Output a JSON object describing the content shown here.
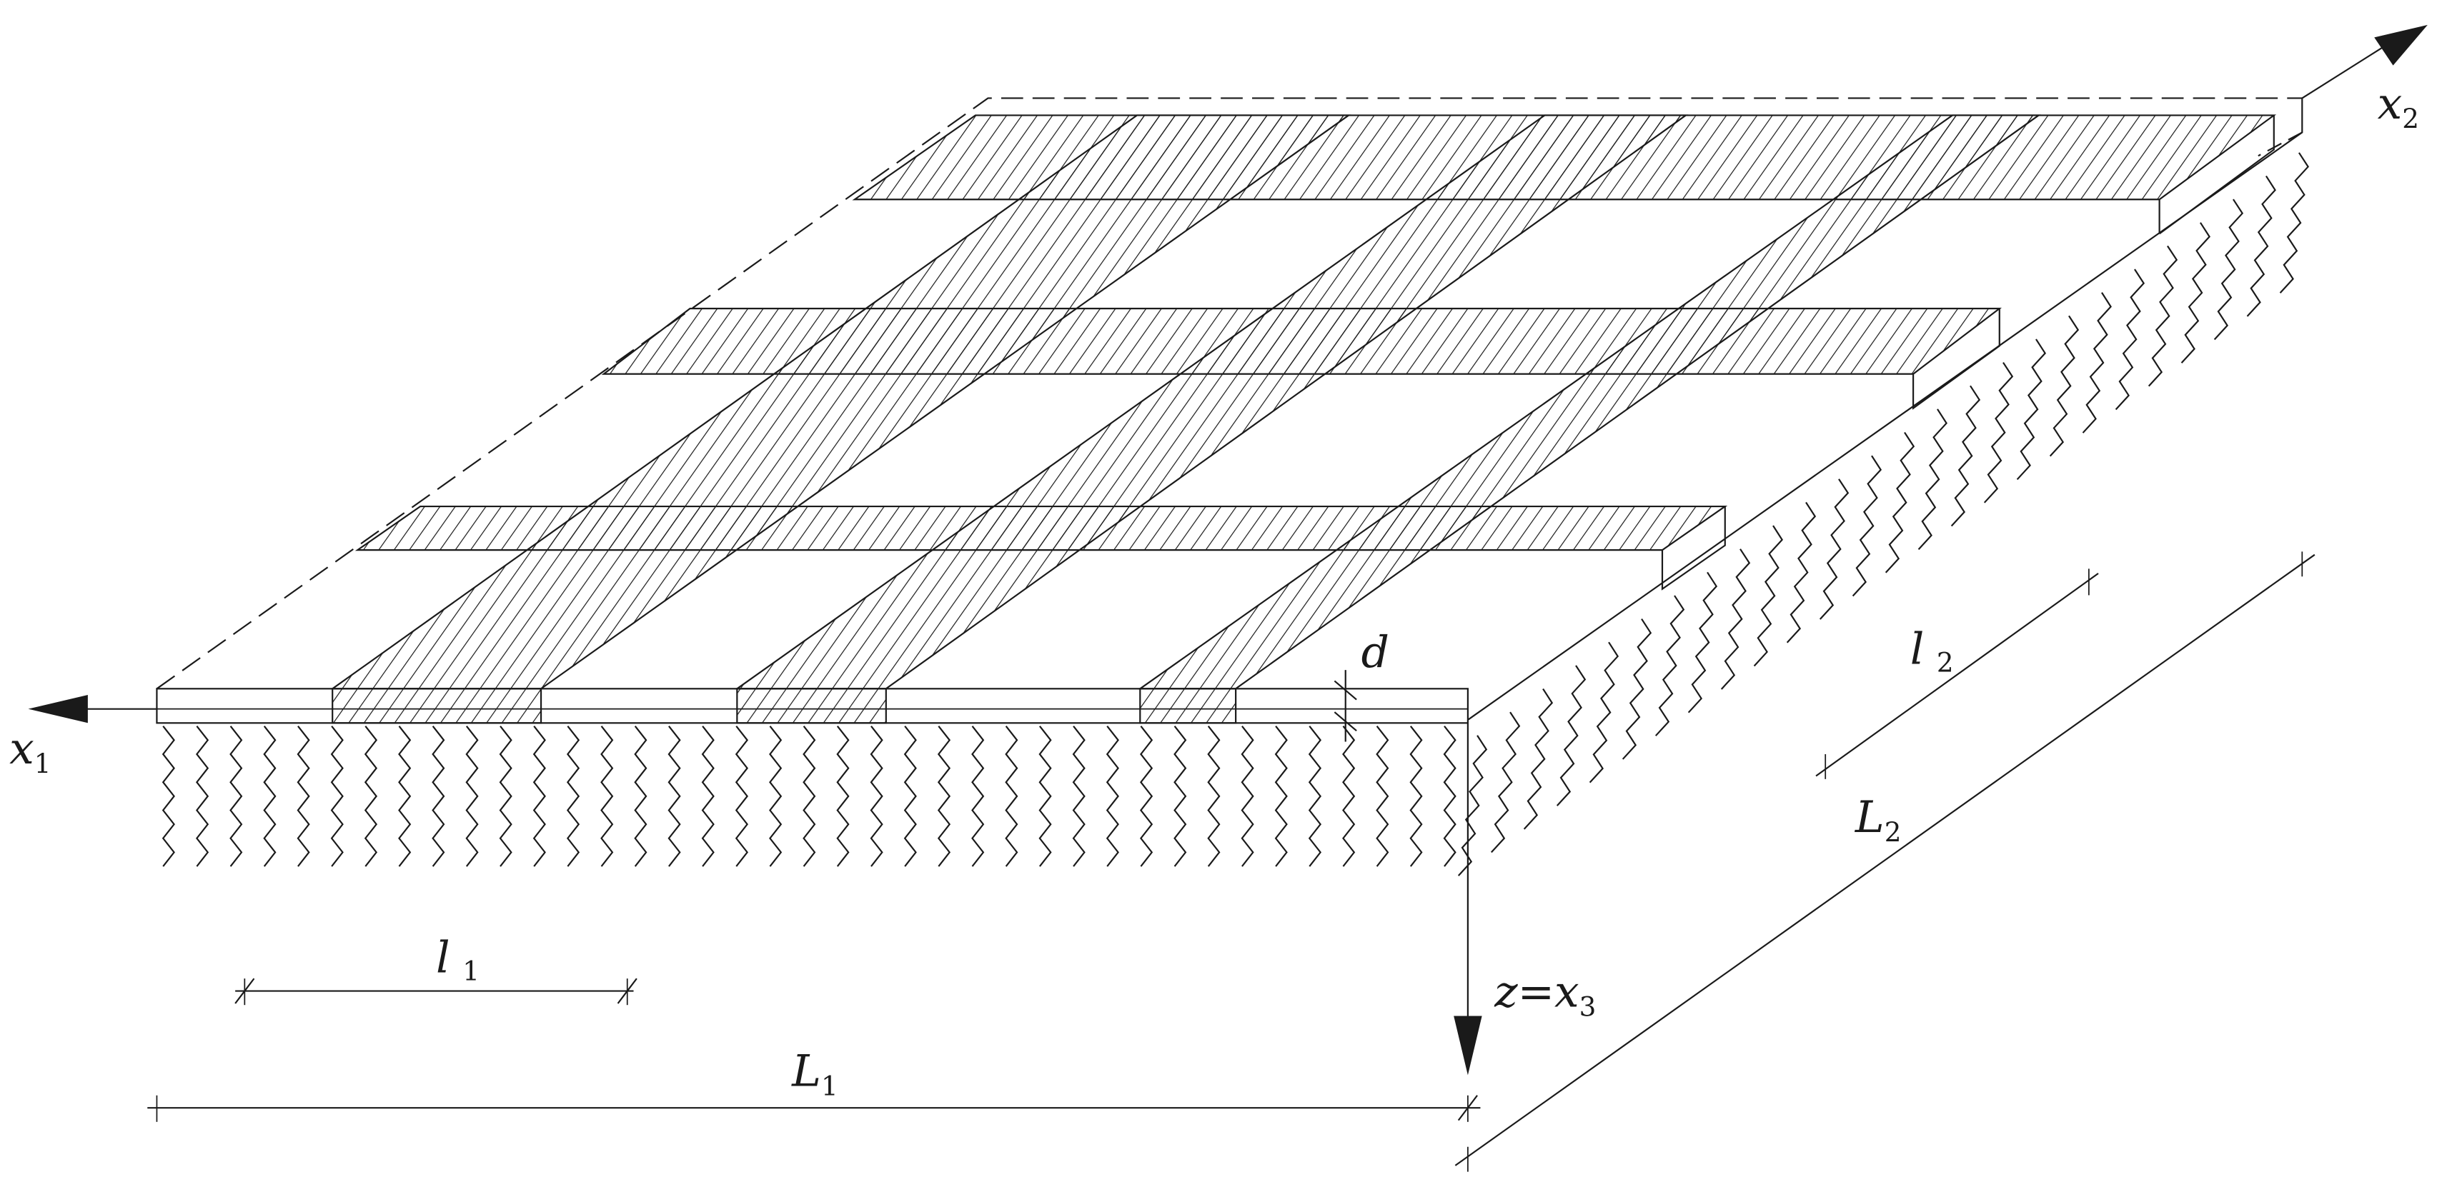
{
  "labels": {
    "x1": {
      "main": "x",
      "sub": "1"
    },
    "x2": {
      "main": "x",
      "sub": "2"
    },
    "x3": {
      "main": "z=x",
      "sub": "3"
    },
    "d": {
      "main": "d"
    },
    "l1": {
      "main": "l",
      "sub": "1"
    },
    "l2": {
      "main": "l",
      "sub": "2"
    },
    "L1": {
      "main": "L",
      "sub": "1"
    },
    "L2": {
      "main": "L",
      "sub": "2"
    }
  },
  "colors": {
    "ink": "#1a1a1a",
    "background": "#ffffff"
  }
}
